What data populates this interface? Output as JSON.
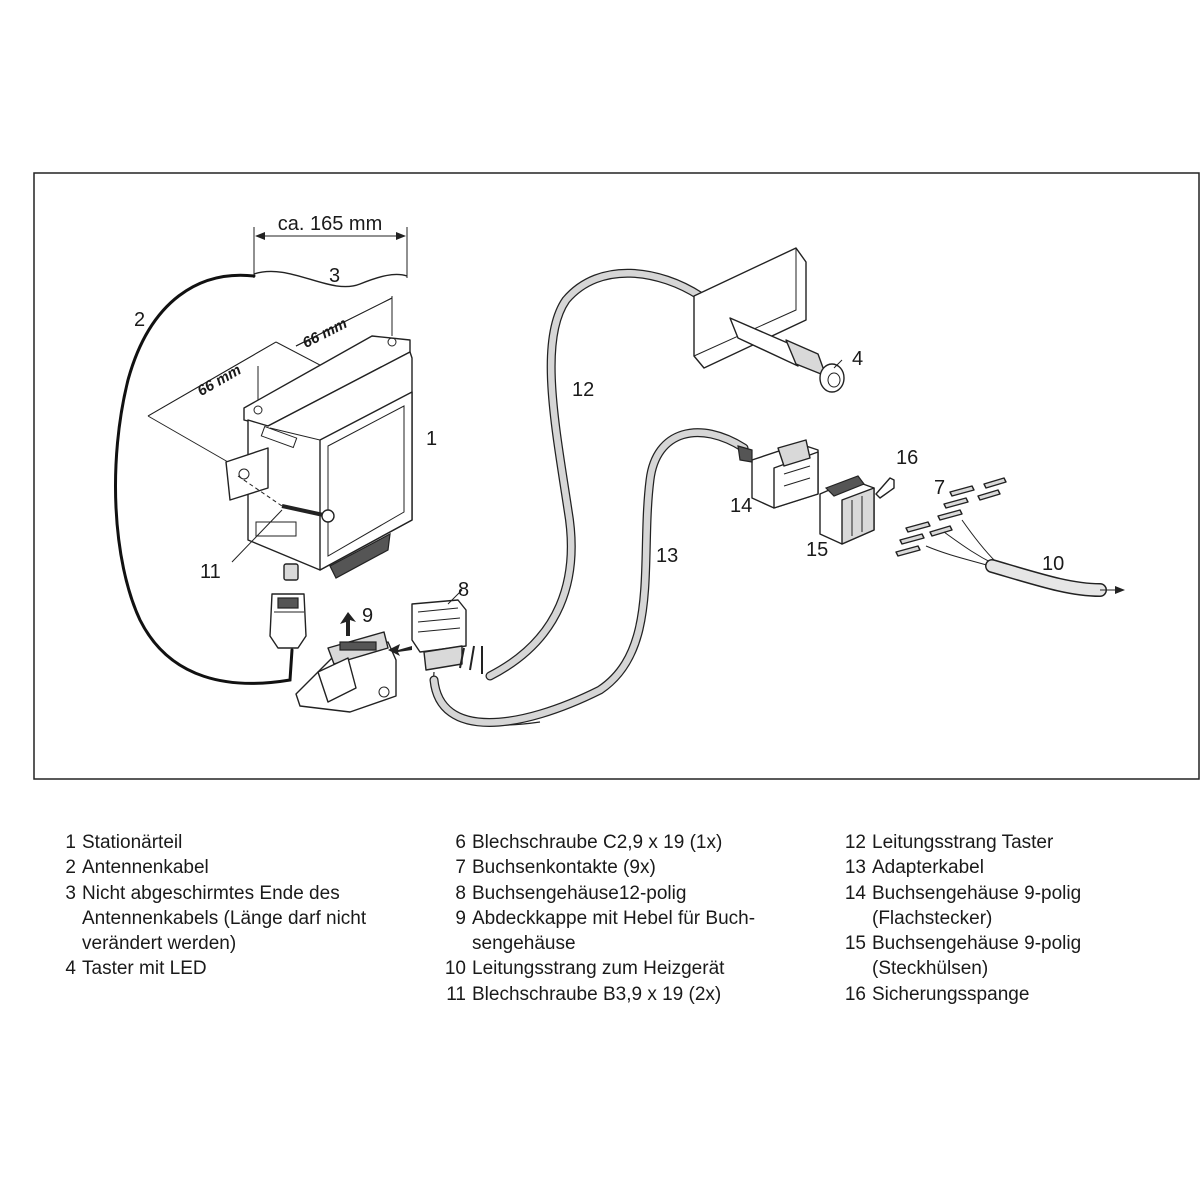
{
  "diagram": {
    "dimensions": {
      "cable_length": "ca. 165 mm",
      "hole_spacing_1": "66 mm",
      "hole_spacing_2": "66 mm"
    },
    "callouts": [
      "1",
      "2",
      "3",
      "4",
      "7",
      "8",
      "9",
      "10",
      "11",
      "12",
      "13",
      "14",
      "15",
      "16"
    ]
  },
  "legend": {
    "col1": [
      {
        "num": "1",
        "text": "Stationärteil"
      },
      {
        "num": "2",
        "text": "Antennenkabel"
      },
      {
        "num": "3",
        "text": "Nicht abgeschirmtes Ende des\nAntennenkabels (Länge darf nicht\nverändert werden)"
      },
      {
        "num": "4",
        "text": "Taster mit LED"
      }
    ],
    "col2": [
      {
        "num": "6",
        "text": "Blechschraube C2,9 x 19 (1x)"
      },
      {
        "num": "7",
        "text": "Buchsenkontakte (9x)"
      },
      {
        "num": "8",
        "text": "Buchsengehäuse12-polig"
      },
      {
        "num": "9",
        "text": "Abdeckkappe mit Hebel für Buch-\nsengehäuse"
      },
      {
        "num": "10",
        "text": "Leitungsstrang zum Heizgerät"
      },
      {
        "num": "11",
        "text": "Blechschraube B3,9 x 19 (2x)"
      }
    ],
    "col3": [
      {
        "num": "12",
        "text": "Leitungsstrang Taster"
      },
      {
        "num": "13",
        "text": "Adapterkabel"
      },
      {
        "num": "14",
        "text": "Buchsengehäuse 9-polig\n(Flachstecker)"
      },
      {
        "num": "15",
        "text": "Buchsengehäuse 9-polig\n(Steckhülsen)"
      },
      {
        "num": "16",
        "text": "Sicherungsspange"
      }
    ]
  }
}
